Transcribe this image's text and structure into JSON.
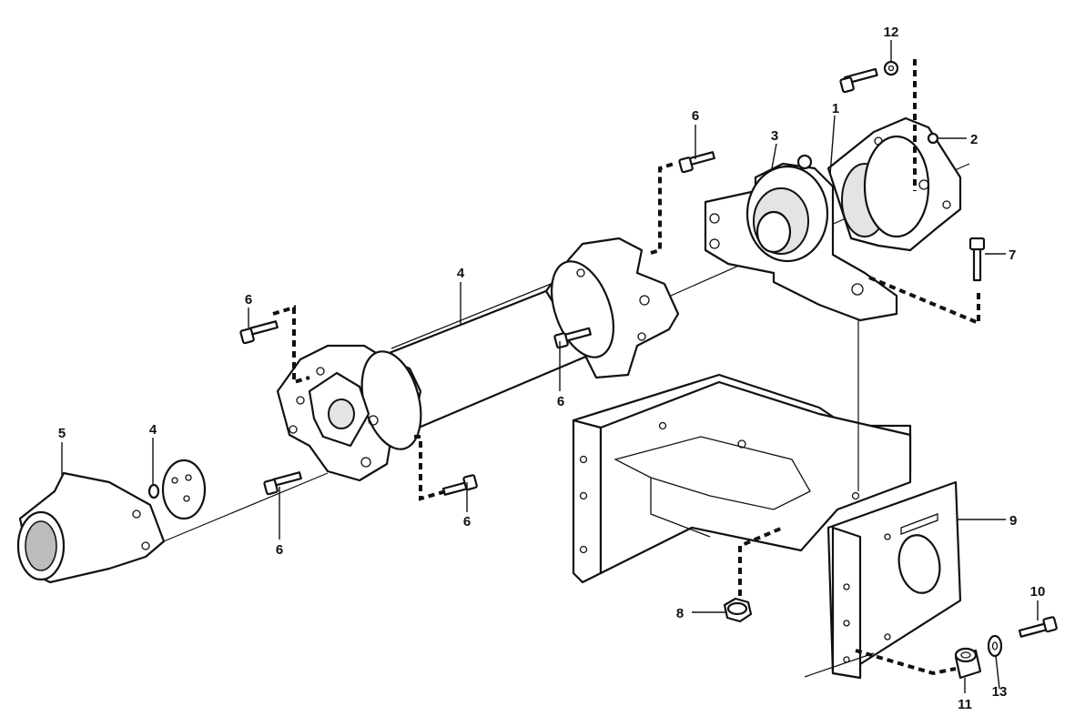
{
  "callouts": [
    {
      "id": "c12",
      "text": "12"
    },
    {
      "id": "c1",
      "text": "1"
    },
    {
      "id": "c2",
      "text": "2"
    },
    {
      "id": "c3",
      "text": "3"
    },
    {
      "id": "c6a",
      "text": "6"
    },
    {
      "id": "c7",
      "text": "7"
    },
    {
      "id": "c4a",
      "text": "4"
    },
    {
      "id": "c6b",
      "text": "6"
    },
    {
      "id": "c6c",
      "text": "6"
    },
    {
      "id": "c5",
      "text": "5"
    },
    {
      "id": "c4b",
      "text": "4"
    },
    {
      "id": "c6d",
      "text": "6"
    },
    {
      "id": "c6e",
      "text": "6"
    },
    {
      "id": "c9",
      "text": "9"
    },
    {
      "id": "c8",
      "text": "8"
    },
    {
      "id": "c10",
      "text": "10"
    },
    {
      "id": "c11",
      "text": "11"
    },
    {
      "id": "c13",
      "text": "13"
    }
  ]
}
